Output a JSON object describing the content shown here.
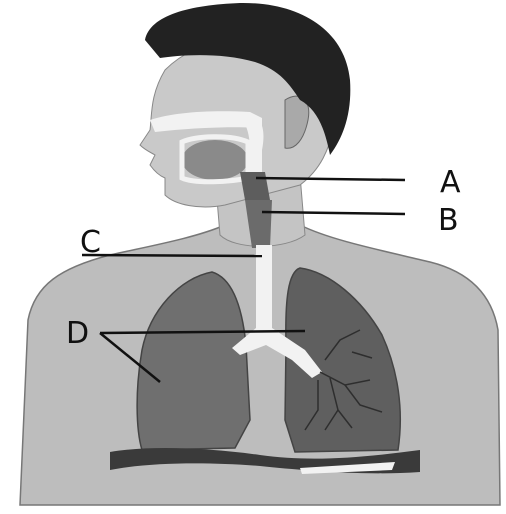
{
  "labels": {
    "a": "A",
    "b": "B",
    "c": "C",
    "d": "D"
  },
  "colors": {
    "hair": "#222222",
    "skin": "#bdbdbd",
    "skin_light": "#d6d6d6",
    "lung": "#6f6f6f",
    "lung_dark": "#4a4a4a",
    "airway": "#f2f2f2",
    "diaphragm": "#3a3a3a",
    "line": "#111111"
  }
}
